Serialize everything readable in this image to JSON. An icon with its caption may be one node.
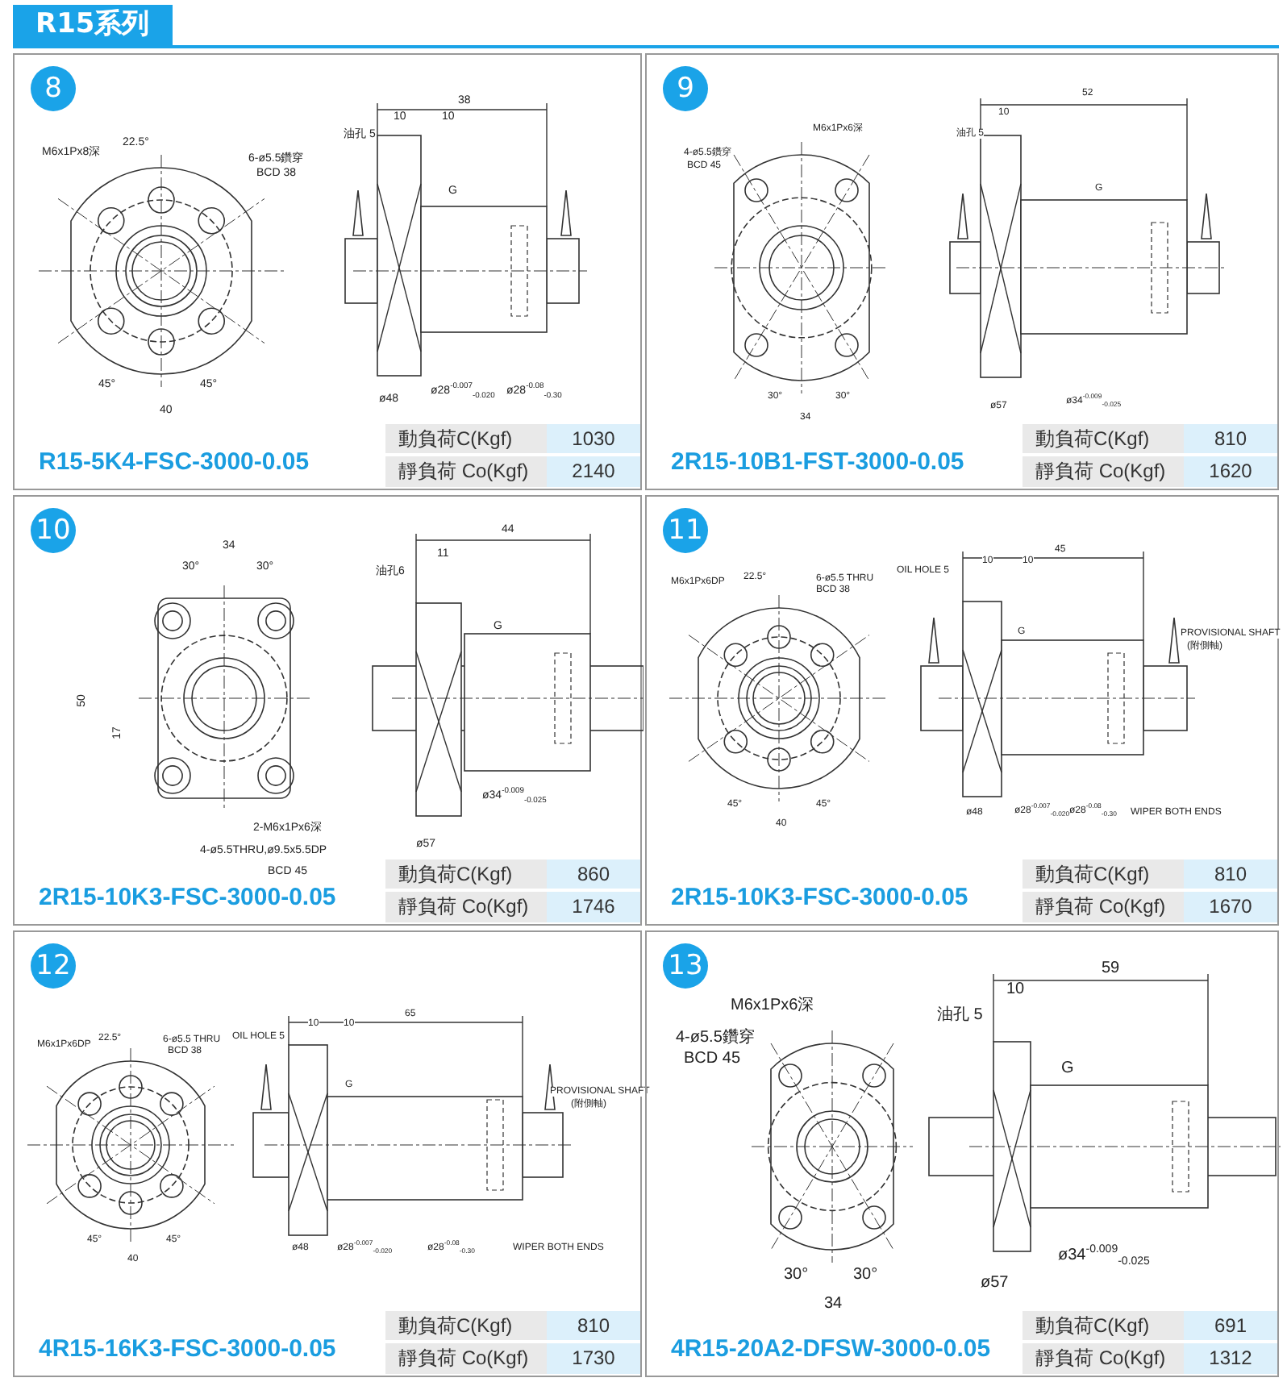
{
  "diagram": {
    "title": "R15系列",
    "nodes": [
      {
        "text": [
          "R15-5K4-FSC-3000-0.05"
        ]
      },
      {
        "text": [
          "8"
        ],
        "in": 0
      },
      {
        "text": [
          "2R15-10B1-FST-3000-0.05"
        ]
      },
      {
        "text": [
          "9"
        ],
        "in": 2
      },
      {
        "text": [
          "2R15-10K3-FSC-3000-0.05"
        ]
      },
      {
        "text": [
          "10"
        ],
        "in": 4
      },
      {
        "text": [
          "2R15-10K3-FSC-3000-0.05"
        ]
      },
      {
        "text": [
          "11"
        ],
        "in": 6
      },
      {
        "text": [
          "4R15-16K3-FSC-3000-0.05"
        ]
      },
      {
        "text": [
          "12"
        ],
        "in": 8
      },
      {
        "text": [
          "4R15-20A2-DFSW-3000-0.05"
        ]
      },
      {
        "text": [
          "13"
        ],
        "in": 10
      }
    ],
    "labels": [
      "M6x1Px8深",
      "22.5°",
      "6-ø5.5鑽穿",
      "BCD 38",
      "45°",
      "45°",
      "40",
      "38",
      "10",
      "10",
      "油孔 5",
      "G",
      "ø48",
      "ø28$^{-0.007}$$_{-0.020}$",
      "ø28$^{-0.08}$$_{-0.30}$",
      "動負荷C(Kgf)",
      "1030",
      "靜負荷 Co(Kgf)",
      "2140",
      "M6x1Px6深",
      "4-ø5.5鑽穿",
      "BCD 45",
      "30°",
      "30°",
      "34",
      "52",
      "10",
      "油孔 5",
      "G",
      "ø57",
      "ø34$^{-0.009}$$_{-0.025}$",
      "動負荷C(Kgf)",
      "810",
      "靜負荷 Co(Kgf)",
      "1620",
      "34",
      "30°",
      "30°",
      "50",
      "17",
      "2-M6x1Px6深",
      "4-ø5.5THRU,ø9.5x5.5DP",
      "BCD 45",
      "44",
      "11",
      "油孔6",
      "G",
      "ø34$^{-0.009}$$_{-0.025}$",
      "ø57",
      "動負荷C(Kgf)",
      "860",
      "靜負荷 Co(Kgf)",
      "1746",
      "M6x1Px6DP",
      "22.5°",
      "6-ø5.5 THRU",
      "BCD 38",
      "45°",
      "45°",
      "40",
      "45",
      "10",
      "10",
      "OIL HOLE 5",
      "G",
      "PROVISIONAL SHAFT",
      "(附側軸)",
      "ø48",
      "ø28$^{-0.007}$$_{-0.020}$",
      "ø28$^{-0.08}$$_{-0.30}$",
      "WIPER BOTH ENDS",
      "動負荷C(Kgf)",
      "810",
      "靜負荷 Co(Kgf)",
      "1670",
      "M6x1Px6DP",
      "22.5°",
      "6-ø5.5 THRU",
      "BCD 38",
      "45°",
      "45°",
      "40",
      "65",
      "10",
      "10",
      "OIL HOLE 5",
      "G",
      "PROVISIONAL SHAFT",
      "(附側軸)",
      "ø48",
      "ø28$^{-0.007}$$_{-0.020}$",
      "ø28$^{-0.08}$$_{-0.30}$",
      "WIPER BOTH ENDS",
      "動負荷C(Kgf)",
      "810",
      "靜負荷 Co(Kgf)",
      "1730",
      "M6x1Px6深",
      "4-ø5.5鑽穿",
      "BCD 45",
      "30°",
      "30°",
      "34",
      "59",
      "10",
      "油孔 5",
      "G",
      "ø34$^{-0.009}$$_{-0.025}$",
      "ø57",
      "動負荷C(Kgf)",
      "691",
      "靜負荷 Co(Kgf)",
      "1312"
    ]
  }
}
